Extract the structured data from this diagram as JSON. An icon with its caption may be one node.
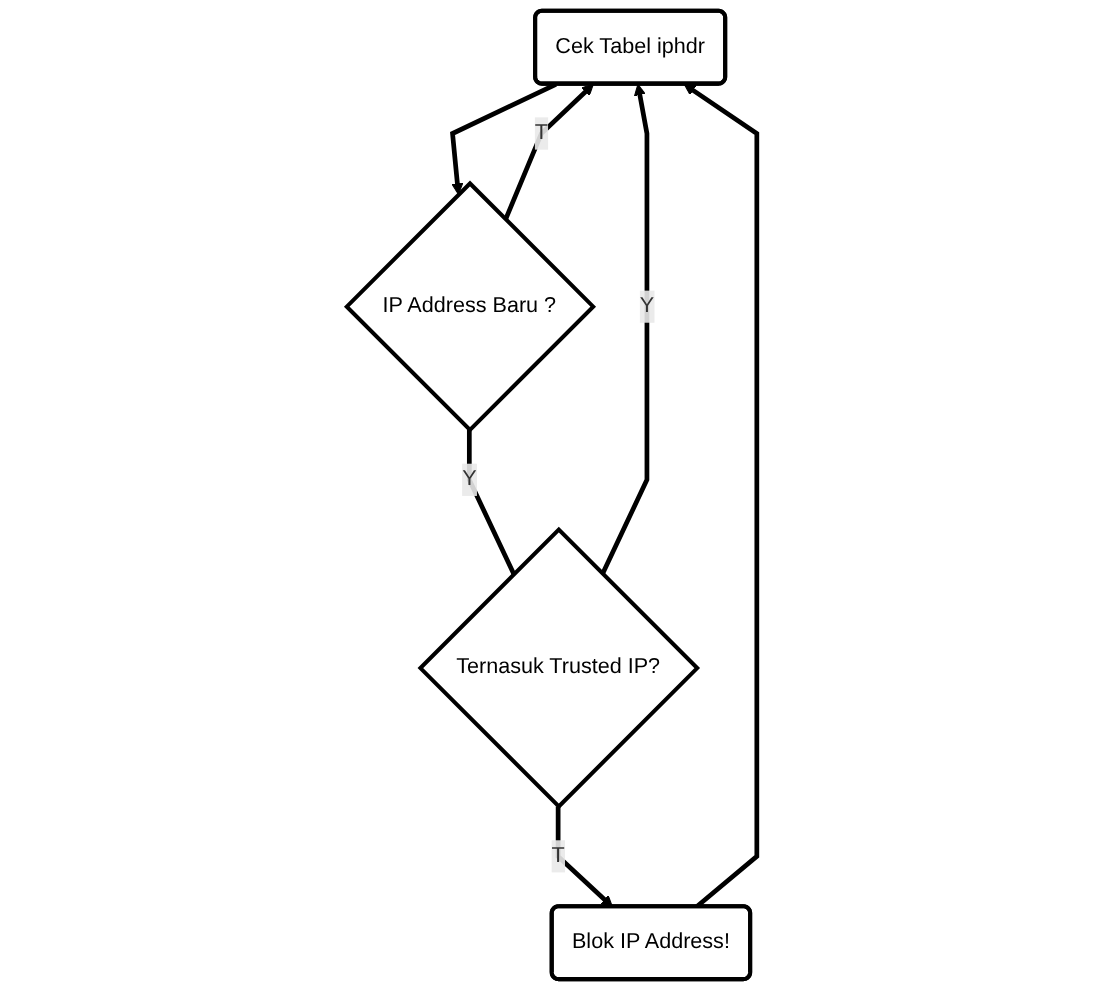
{
  "diagram": {
    "nodes": [
      {
        "text": [
          "Cek Tabel iphdr"
        ]
      },
      {
        "text": [
          "IP Address Baru ?"
        ]
      },
      {
        "text": [
          "Ternasuk Trusted IP?"
        ]
      },
      {
        "text": [
          "Blok IP Address!"
        ]
      }
    ],
    "edges": [
      {
        "from": 0,
        "to": 1,
        "arrow": "to"
      },
      {
        "from": 1,
        "to": 0,
        "arrow": "to",
        "label": "T"
      },
      {
        "from": 1,
        "to": 2,
        "arrow": "none",
        "label": "Y"
      },
      {
        "from": 2,
        "to": 0,
        "arrow": "to",
        "label": "Y"
      },
      {
        "from": 2,
        "to": 3,
        "arrow": "to",
        "label": "T"
      },
      {
        "from": 3,
        "to": 0,
        "arrow": "to"
      }
    ]
  }
}
